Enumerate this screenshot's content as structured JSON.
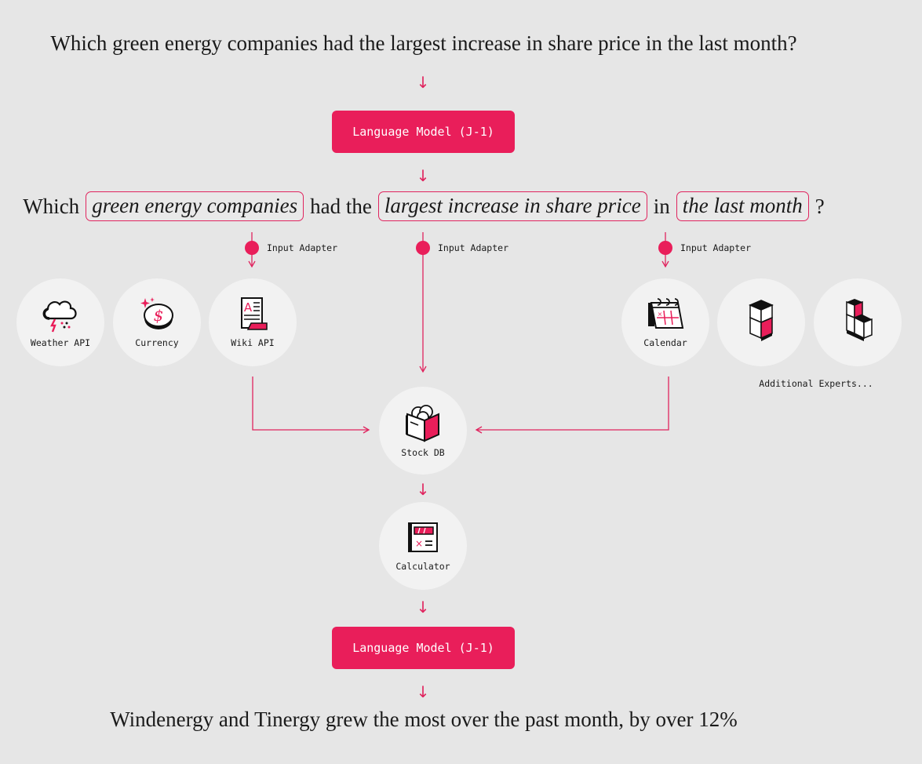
{
  "question": "Which green energy companies had the largest increase in share price in the last month?",
  "language_model_label": "Language Model (J-1)",
  "parsed_question": {
    "word_1": "Which",
    "chip_1": "green energy companies",
    "word_2": "had the",
    "chip_2": "largest increase in share price",
    "word_3": "in",
    "chip_3": "the last month",
    "word_4": "?"
  },
  "input_adapter_label": "Input Adapter",
  "experts": {
    "weather": "Weather API",
    "currency": "Currency",
    "wiki": "Wiki API",
    "calendar": "Calendar",
    "additional": "Additional Experts...",
    "stock_db": "Stock DB",
    "calculator": "Calculator"
  },
  "answer": "Windenergy and Tinergy grew the most over the past month, by over 12%",
  "colors": {
    "accent": "#e91e5a",
    "background": "#e6e6e6",
    "circle": "#f2f2f2"
  }
}
